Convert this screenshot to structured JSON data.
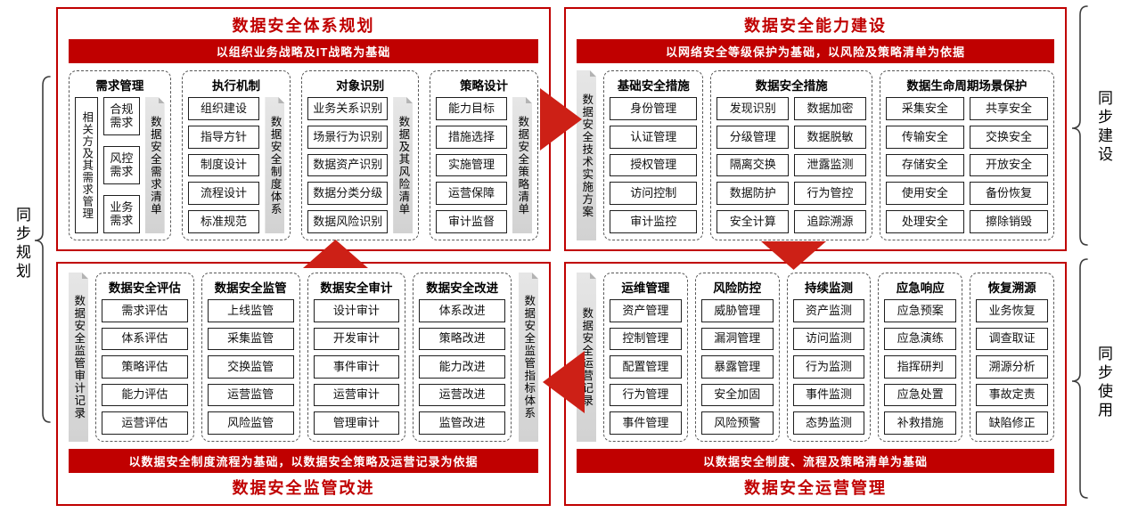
{
  "colors": {
    "accent_red": "#c00000",
    "arrow_red": "#cd2016",
    "ribbon_gray": "#d9d9d9"
  },
  "side_labels": {
    "left": "同步规划",
    "right_top": "同步建设",
    "right_bottom": "同步使用"
  },
  "quadrants": {
    "top_left": {
      "title": "数据安全体系规划",
      "banner": "以组织业务战略及IT战略为基础",
      "blocks": [
        {
          "kind": "column",
          "id": "requirement-management",
          "header": "需求管理",
          "flex": 112,
          "left_box": "相关方及其需求管理",
          "wrap": true,
          "items": [
            "合规需求",
            "风控需求",
            "业务需求"
          ],
          "vbar": "数据安全需求清单"
        },
        {
          "kind": "column",
          "id": "execution-mechanism",
          "header": "执行机制",
          "flex": 121,
          "items": [
            "组织建设",
            "指导方针",
            "制度设计",
            "流程设计",
            "标准规范"
          ],
          "vbar": "数据安全制度体系"
        },
        {
          "kind": "column",
          "id": "object-identification",
          "header": "对象识别",
          "flex": 131,
          "items": [
            "业务关系识别",
            "场景行为识别",
            "数据资产识别",
            "数据分类分级",
            "数据风险识别"
          ],
          "vbar": "数据及其风险清单"
        },
        {
          "kind": "column",
          "id": "strategy-design",
          "header": "策略设计",
          "flex": 120,
          "items": [
            "能力目标",
            "措施选择",
            "实施管理",
            "运营保障",
            "审计监督"
          ],
          "vbar": "数据安全策略清单"
        }
      ]
    },
    "top_right": {
      "title": "数据安全能力建设",
      "banner": "以网络安全等级保护为基础，以风险及策略清单为依据",
      "blocks": [
        {
          "kind": "vbar",
          "text": "数据安全技术实施方案"
        },
        {
          "kind": "column",
          "id": "basic-security-measures",
          "header": "基础安全措施",
          "flex": 107,
          "items": [
            "身份管理",
            "认证管理",
            "授权管理",
            "访问控制",
            "审计监控"
          ]
        },
        {
          "kind": "column",
          "id": "data-security-measures",
          "header": "数据安全措施",
          "flex": 182,
          "cols": 2,
          "items": [
            "发现识别",
            "数据加密",
            "分级管理",
            "数据脱敏",
            "隔离交换",
            "泄露监测",
            "数据防护",
            "行为管控",
            "安全计算",
            "追踪溯源"
          ]
        },
        {
          "kind": "column",
          "id": "data-lifecycle-scenario-protection",
          "header": "数据生命周期场景保护",
          "flex": 198,
          "cols": 2,
          "items": [
            "采集安全",
            "共享安全",
            "传输安全",
            "交换安全",
            "存储安全",
            "开放安全",
            "使用安全",
            "备份恢复",
            "处理安全",
            "擦除销毁"
          ]
        }
      ]
    },
    "bottom_left": {
      "title": "数据安全监管改进",
      "banner": "以数据安全制度流程为基础，以数据安全策略及运营记录为依据",
      "blocks": [
        {
          "kind": "vbar",
          "text": "数据安全监管审计记录"
        },
        {
          "kind": "column",
          "id": "data-security-assessment",
          "header": "数据安全评估",
          "items": [
            "需求评估",
            "体系评估",
            "策略评估",
            "能力评估",
            "运营评估"
          ]
        },
        {
          "kind": "column",
          "id": "data-security-supervision",
          "header": "数据安全监管",
          "items": [
            "上线监管",
            "采集监管",
            "交换监管",
            "运营监管",
            "风险监管"
          ]
        },
        {
          "kind": "column",
          "id": "data-security-audit",
          "header": "数据安全审计",
          "items": [
            "设计审计",
            "开发审计",
            "事件审计",
            "运营审计",
            "管理审计"
          ]
        },
        {
          "kind": "column",
          "id": "data-security-improvement",
          "header": "数据安全改进",
          "items": [
            "体系改进",
            "策略改进",
            "能力改进",
            "运营改进",
            "监管改进"
          ]
        },
        {
          "kind": "vbar",
          "text": "数据安全监管指标体系"
        }
      ]
    },
    "bottom_right": {
      "title": "数据安全运营管理",
      "banner": "以数据安全制度、流程及策略清单为基础",
      "blocks": [
        {
          "kind": "vbar",
          "text": "数据安全运营记录"
        },
        {
          "kind": "column",
          "id": "operation-maintenance-management",
          "header": "运维管理",
          "items": [
            "资产管理",
            "控制管理",
            "配置管理",
            "行为管理",
            "事件管理"
          ]
        },
        {
          "kind": "column",
          "id": "risk-prevention-control",
          "header": "风险防控",
          "items": [
            "威胁管理",
            "漏洞管理",
            "暴露管理",
            "安全加固",
            "风险预警"
          ]
        },
        {
          "kind": "column",
          "id": "continuous-monitoring",
          "header": "持续监测",
          "items": [
            "资产监测",
            "访问监测",
            "行为监测",
            "事件监测",
            "态势监测"
          ]
        },
        {
          "kind": "column",
          "id": "emergency-response",
          "header": "应急响应",
          "items": [
            "应急预案",
            "应急演练",
            "指挥研判",
            "应急处置",
            "补救措施"
          ]
        },
        {
          "kind": "column",
          "id": "recovery-traceability",
          "header": "恢复溯源",
          "items": [
            "业务恢复",
            "调查取证",
            "溯源分析",
            "事故定责",
            "缺陷修正"
          ]
        }
      ]
    }
  }
}
